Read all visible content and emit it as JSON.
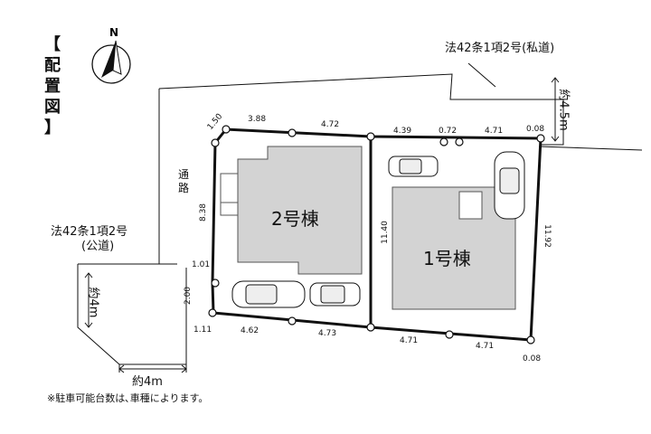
{
  "title_chars": [
    "【",
    "配",
    "置",
    "図",
    "】"
  ],
  "north_label": "N",
  "roads": {
    "private_road": "法42条1項2号(私道)",
    "private_width": "約4.5m",
    "public_road_line1": "法42条1項2号",
    "public_road_line2": "(公道)",
    "public_width_v": "約4m",
    "public_width_h": "約4m",
    "passage_chars": [
      "通",
      "路"
    ]
  },
  "buildings": {
    "b2": "2号棟",
    "b1": "1号棟"
  },
  "dimensions": {
    "d_1_50": "1.50",
    "d_3_88": "3.88",
    "d_4_72": "4.72",
    "d_4_39": "4.39",
    "d_0_72": "0.72",
    "d_4_71_top": "4.71",
    "d_0_08_top": "0.08",
    "d_8_38": "8.38",
    "d_11_40": "11.40",
    "d_11_92": "11.92",
    "d_1_01": "1.01",
    "d_2_00": "2.00",
    "d_1_11": "1.11",
    "d_4_62": "4.62",
    "d_4_73": "4.73",
    "d_4_71_b1": "4.71",
    "d_4_71_b2": "4.71",
    "d_0_08_bot": "0.08"
  },
  "note": "※駐車可能台数は､車種によります。",
  "colors": {
    "building_fill": "#d3d3d3",
    "line": "#111111"
  }
}
